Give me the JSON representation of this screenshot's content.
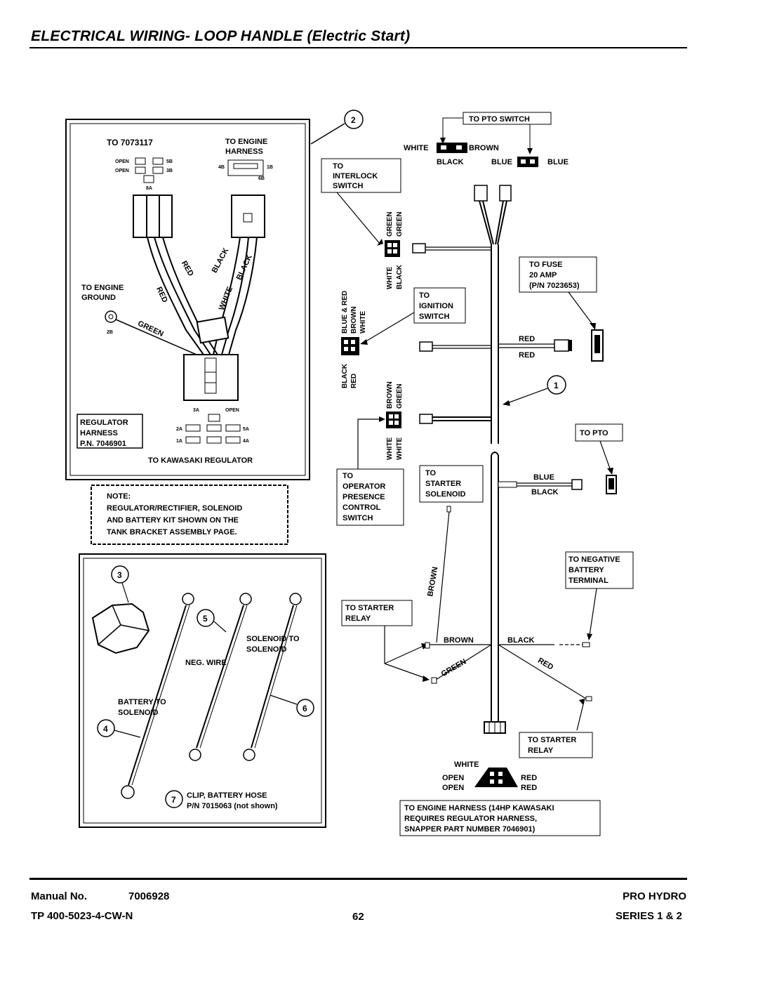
{
  "page": {
    "title": "ELECTRICAL WIRING- LOOP HANDLE (Electric Start)",
    "footer": {
      "manual_label": "Manual No.",
      "manual_number": "7006928",
      "tp_number": "TP 400-5023-4-CW-N",
      "page_number": "62",
      "product": "PRO HYDRO",
      "series": "SERIES 1 & 2"
    }
  },
  "left_panel": {
    "to_7073117": "TO 7073117",
    "to_engine_harness": [
      "TO ENGINE",
      "HARNESS"
    ],
    "to_engine_ground": [
      "TO ENGINE",
      "GROUND"
    ],
    "regulator_harness": [
      "REGULATOR",
      "HARNESS",
      "P.N. 7046901"
    ],
    "to_kawasaki_regulator": "TO KAWASAKI REGULATOR",
    "pins": {
      "open": "OPEN",
      "p5b": "5B",
      "p3b": "3B",
      "p8a": "8A",
      "p4b": "4B",
      "p1b": "1B",
      "p6b": "6B",
      "p2b": "2B",
      "p3a": "3A",
      "p2a": "2A",
      "p1a": "1A",
      "p5a": "5A",
      "p4a": "4A"
    },
    "wires": {
      "red": "RED",
      "black": "BLACK",
      "white": "WHITE",
      "green": "GREEN"
    }
  },
  "note": {
    "heading": "NOTE:",
    "lines": [
      "REGULATOR/RECTIFIER, SOLENOID",
      "AND BATTERY KIT SHOWN ON THE",
      "TANK BRACKET ASSEMBLY PAGE."
    ]
  },
  "battery_panel": {
    "callouts": [
      "3",
      "5",
      "6",
      "4",
      "7"
    ],
    "solenoid_to_solenoid": [
      "SOLENOID TO",
      "SOLENOID"
    ],
    "neg_wire": "NEG. WIRE",
    "battery_to_solenoid": [
      "BATTERY TO",
      "SOLENOID"
    ],
    "clip": [
      "CLIP, BATTERY HOSE",
      "P/N 7015063 (not shown)"
    ]
  },
  "harness": {
    "callouts": [
      "2",
      "1"
    ],
    "to_pto_switch": "TO PTO SWITCH",
    "white": "WHITE",
    "brown": "BROWN",
    "black": "BLACK",
    "blue": "BLUE",
    "red": "RED",
    "green": "GREEN",
    "open": "OPEN",
    "to_interlock_switch": [
      "TO",
      "INTERLOCK",
      "SWITCH"
    ],
    "to_fuse": [
      "TO FUSE",
      "20 AMP",
      "(P/N 7023653)"
    ],
    "to_ignition_switch": [
      "TO",
      "IGNITION",
      "SWITCH"
    ],
    "to_pto": "TO PTO",
    "to_operator_presence": [
      "TO",
      "OPERATOR",
      "PRESENCE",
      "CONTROL",
      "SWITCH"
    ],
    "to_starter_solenoid": [
      "TO",
      "STARTER",
      "SOLENOID"
    ],
    "to_negative_battery": [
      "TO NEGATIVE",
      "BATTERY",
      "TERMINAL"
    ],
    "to_starter_relay_left": [
      "TO STARTER",
      "RELAY"
    ],
    "to_starter_relay_right": [
      "TO STARTER",
      "RELAY"
    ],
    "ignition_colors": [
      "BLUE & RED",
      "BROWN",
      "WHITE"
    ],
    "ignition_colors_low": [
      "BLACK",
      "RED"
    ],
    "interlock_colors": [
      "GREEN",
      "GREEN",
      "WHITE",
      "BLACK"
    ],
    "presence_colors": [
      "BROWN",
      "GREEN",
      "WHITE",
      "WHITE"
    ],
    "engine_harness_note": [
      "TO ENGINE HARNESS (14HP KAWASAKI",
      "REQUIRES REGULATOR HARNESS,",
      "SNAPPER PART NUMBER 7046901)"
    ]
  }
}
